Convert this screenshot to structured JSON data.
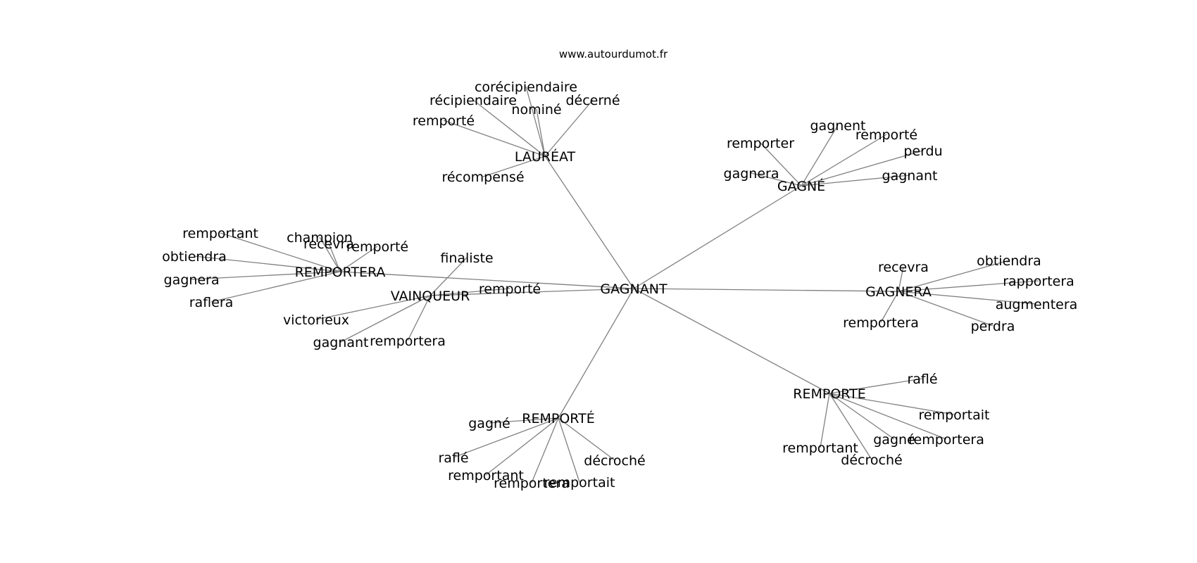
{
  "source": "www.autourdumot.fr",
  "edge_color": "#808080",
  "center": "GAGNANT",
  "clusters": [
    {
      "word": "LAURÉAT",
      "children": [
        "corécipiendaire",
        "récipiendaire",
        "nominé",
        "décerné",
        "remporté",
        "récompensé"
      ]
    },
    {
      "word": "GAGNÉ",
      "children": [
        "gagnent",
        "remporter",
        "remporté",
        "perdu",
        "gagnera",
        "gagnant"
      ]
    },
    {
      "word": "GAGNERA",
      "children": [
        "recevra",
        "obtiendra",
        "rapportera",
        "augmentera",
        "perdra",
        "remportera"
      ]
    },
    {
      "word": "REMPORTE",
      "children": [
        "raflé",
        "remportait",
        "gagné",
        "remportera",
        "remportant",
        "décroché"
      ]
    },
    {
      "word": "REMPORTÉ",
      "children": [
        "gagné",
        "raflé",
        "remportant",
        "remportera",
        "remportait",
        "décroché"
      ]
    },
    {
      "word": "VAINQUEUR",
      "children": [
        "finaliste",
        "remporté",
        "victorieux",
        "gagnant",
        "remportera"
      ]
    },
    {
      "word": "REMPORTERA",
      "children": [
        "remportant",
        "champion",
        "recevra",
        "remporté",
        "obtiendra",
        "gagnera",
        "raflera"
      ]
    }
  ]
}
